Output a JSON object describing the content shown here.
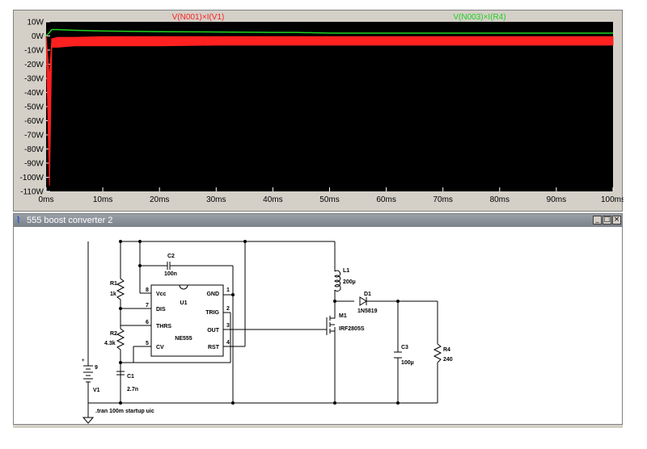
{
  "plot": {
    "traces": [
      {
        "label": "V(N001)×I(V1)",
        "color": "#ff2020"
      },
      {
        "label": "V(N003)×I(R4)",
        "color": "#20d020"
      }
    ],
    "background": "#000000",
    "tick_color": "#ffffff",
    "axis_label_color": "#000000"
  },
  "chart_data": {
    "type": "line",
    "title": "",
    "xlabel": "",
    "ylabel": "",
    "x_ticks": [
      "0ms",
      "10ms",
      "20ms",
      "30ms",
      "40ms",
      "50ms",
      "60ms",
      "70ms",
      "80ms",
      "90ms",
      "100ms"
    ],
    "y_ticks": [
      "10W",
      "0W",
      "-10W",
      "-20W",
      "-30W",
      "-40W",
      "-50W",
      "-60W",
      "-70W",
      "-80W",
      "-90W",
      "-100W",
      "-110W"
    ],
    "xlim": [
      0,
      100
    ],
    "ylim": [
      -110,
      10
    ],
    "series": [
      {
        "name": "V(N001)×I(V1)",
        "x": [
          0,
          0.6,
          1,
          2,
          5,
          10,
          20,
          30,
          40,
          50,
          60,
          70,
          80,
          90,
          100
        ],
        "upper": [
          0,
          -30,
          -2,
          -1,
          -1,
          -0.5,
          -0.5,
          -0.5,
          -0.5,
          -0.5,
          -0.5,
          -0.5,
          -0.5,
          -0.5,
          -0.5
        ],
        "lower": [
          0,
          -106,
          -8,
          -8,
          -7,
          -7,
          -7,
          -6.5,
          -6.5,
          -6.5,
          -6.5,
          -6.5,
          -6.5,
          -6.5,
          -6.5
        ]
      },
      {
        "name": "V(N003)×I(R4)",
        "x": [
          0,
          0.5,
          1,
          2,
          5,
          10,
          20,
          30,
          40,
          44,
          50,
          60,
          70,
          80,
          90,
          100
        ],
        "y": [
          0,
          2,
          4.5,
          4.5,
          4,
          3.5,
          3,
          2.8,
          2.5,
          2.5,
          2,
          2,
          2,
          2,
          2,
          2
        ]
      }
    ]
  },
  "window": {
    "title": "555 boost converter 2",
    "icon": "ltspice-icon",
    "minimize": "_",
    "maximize": "□",
    "close": "×"
  },
  "schematic": {
    "r1_name": "R1",
    "r1_value": "1k",
    "r2_name": "R2",
    "r2_value": "4.3k",
    "c1_name": "C1",
    "c1_value": "2.7n",
    "c2_name": "C2",
    "c2_value": "100n",
    "v1_name": "V1",
    "v1_value": "9",
    "v1_plus": "+",
    "u1_name": "U1",
    "u1_part": "NE555",
    "u1_pins": {
      "vcc": "Vcc",
      "gnd": "GND",
      "dis": "DIS",
      "trig": "TRIG",
      "thrs": "THRS",
      "out": "OUT",
      "cv": "CV",
      "rst": "RST",
      "n8": "8",
      "n7": "7",
      "n6": "6",
      "n5": "5",
      "n1": "1",
      "n2": "2",
      "n3": "3",
      "n4": "4"
    },
    "l1_name": "L1",
    "l1_value": "200µ",
    "d1_name": "D1",
    "d1_value": "1N5819",
    "m1_name": "M1",
    "m1_part": "IRF2805S",
    "c3_name": "C3",
    "c3_value": "100µ",
    "r4_name": "R4",
    "r4_value": "240",
    "directive": ".tran 100m startup uic"
  }
}
